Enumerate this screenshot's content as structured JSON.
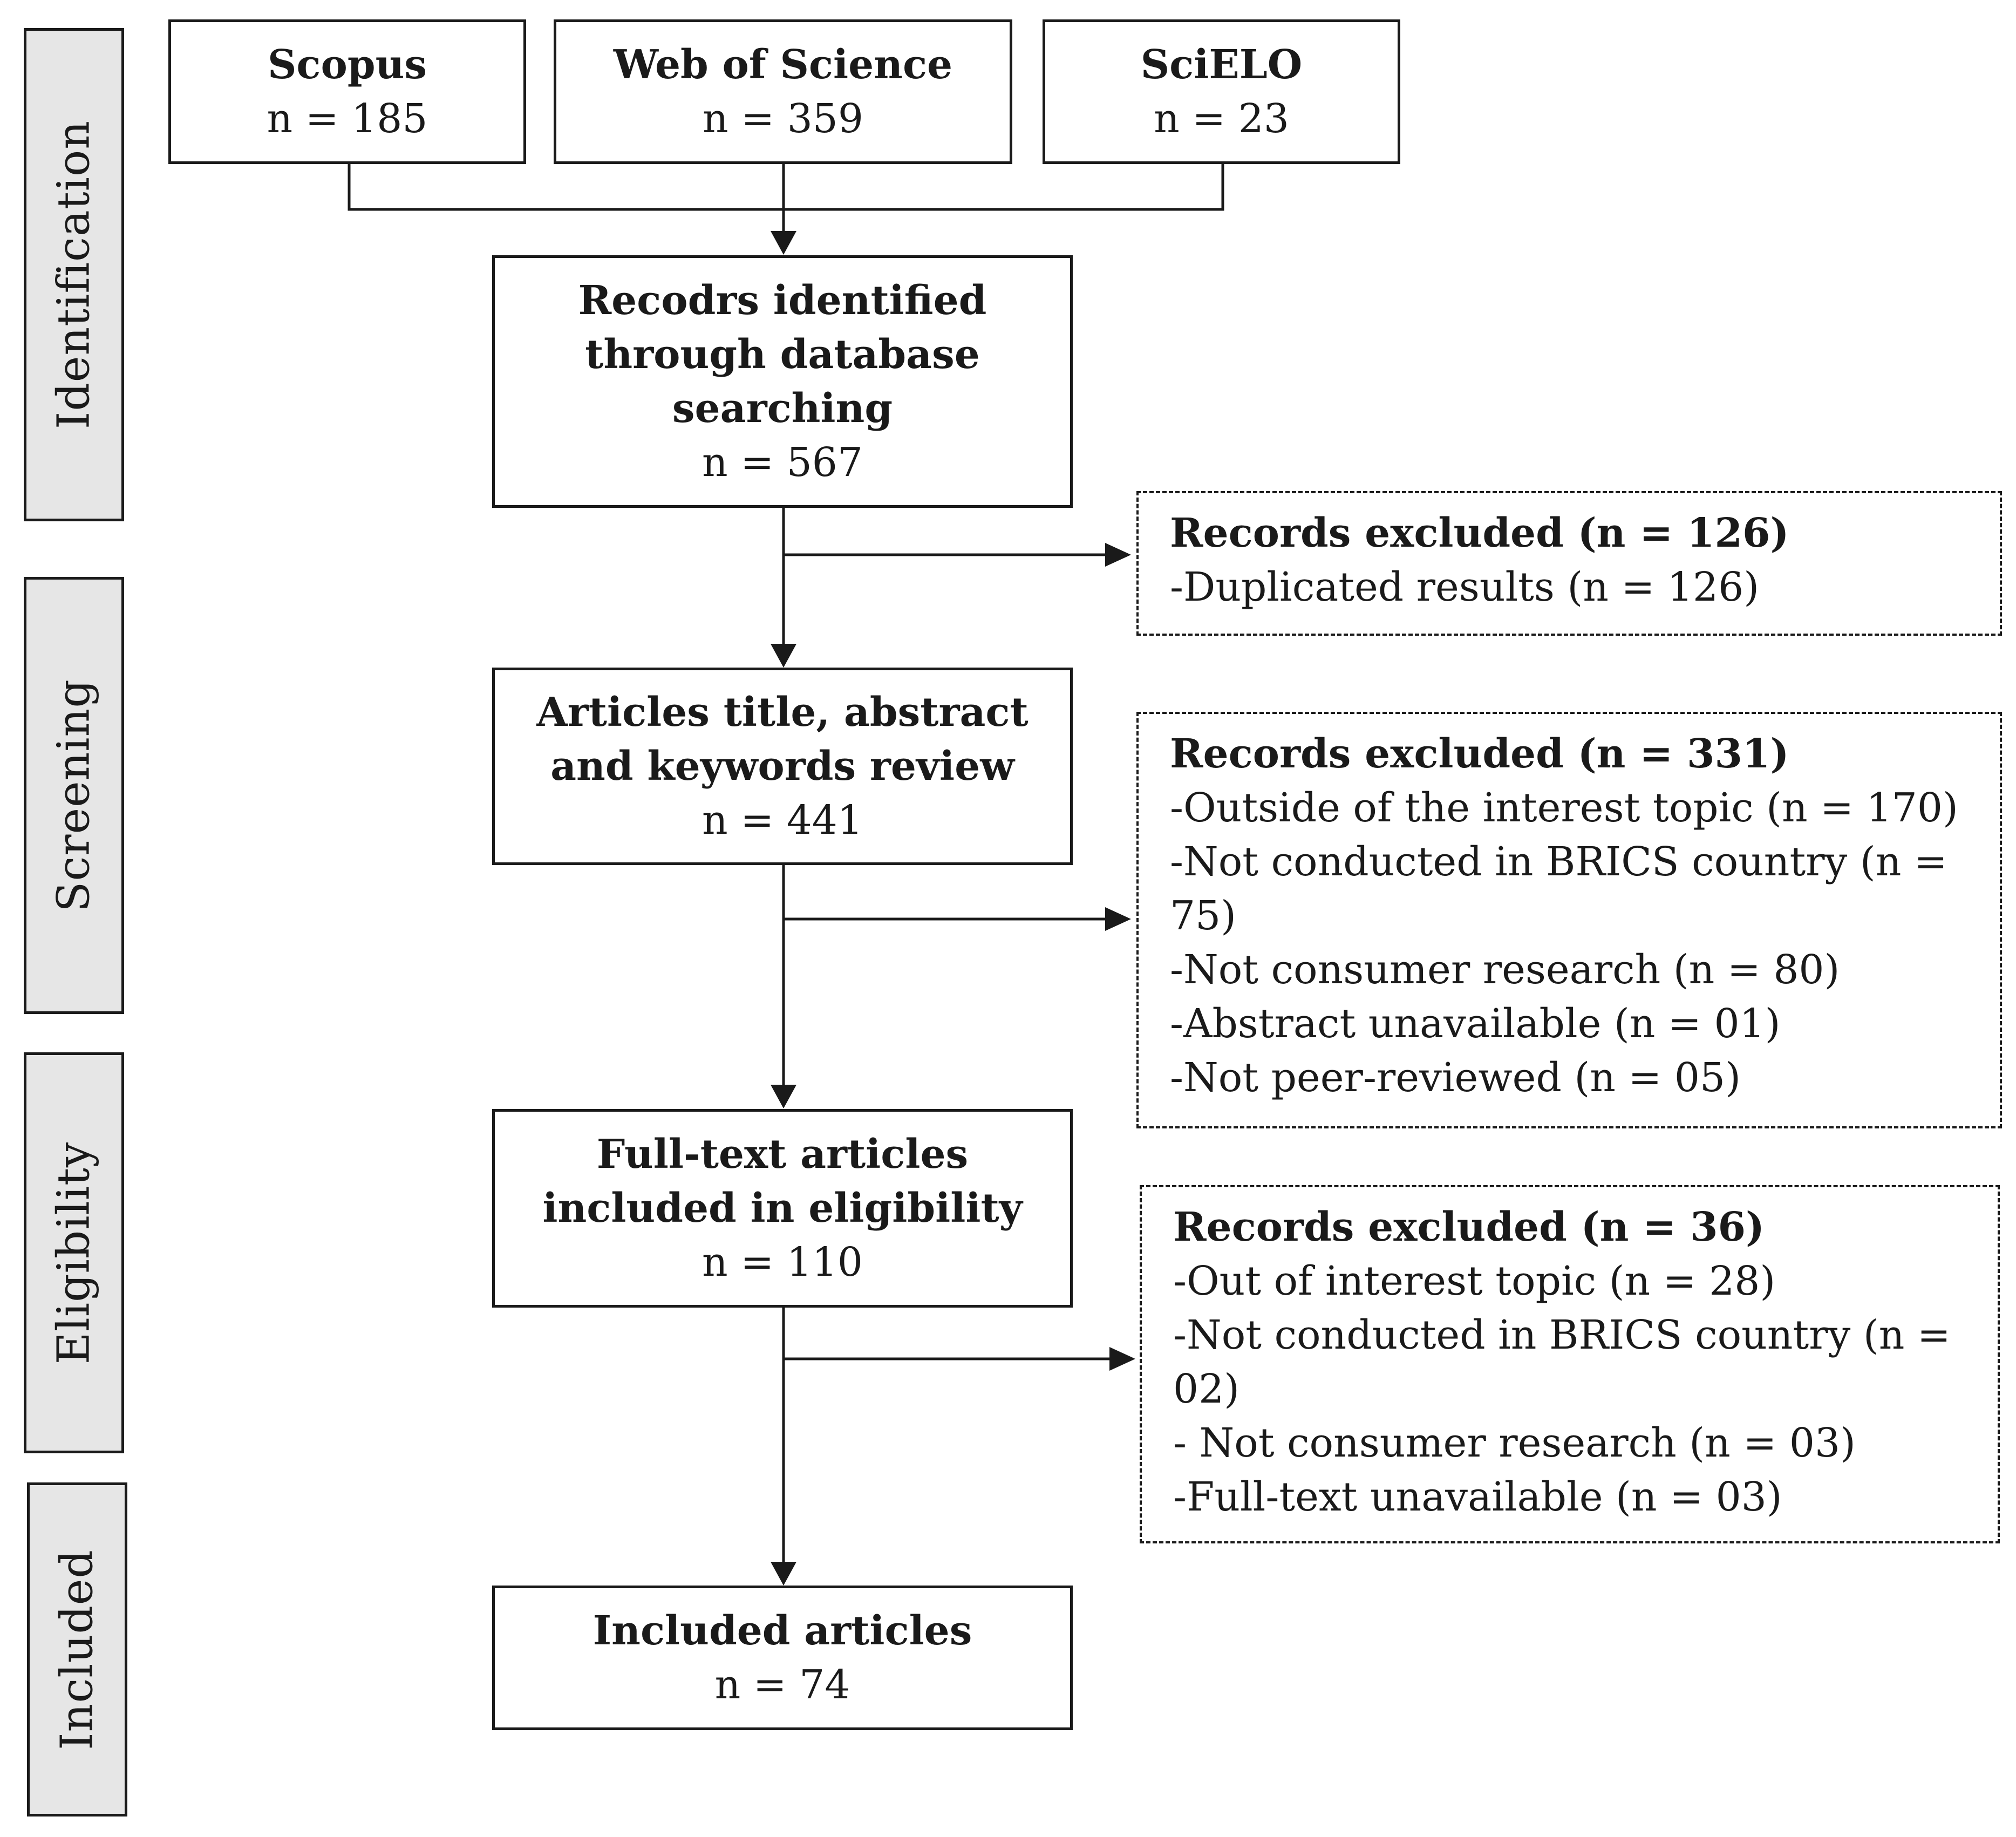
{
  "stages": [
    {
      "id": "identification",
      "label": "Identification"
    },
    {
      "id": "screening",
      "label": "Screening"
    },
    {
      "id": "eligibility",
      "label": "Eligibility"
    },
    {
      "id": "included",
      "label": "Included"
    }
  ],
  "sources": [
    {
      "name": "Scopus",
      "count": "n = 185"
    },
    {
      "name": "Web of Science",
      "count": "n = 359"
    },
    {
      "name": "SciELO",
      "count": "n = 23"
    }
  ],
  "boxes": {
    "identified": {
      "lines": [
        "Recodrs identified",
        "through database",
        "searching"
      ],
      "count": "n = 567"
    },
    "screening": {
      "lines": [
        "Articles  title, abstract",
        "and keywords review"
      ],
      "count": "n = 441"
    },
    "eligibility": {
      "lines": [
        "Full-text  articles",
        "included  in eligibility"
      ],
      "count": "n = 110"
    },
    "included": {
      "lines": [
        "Included articles"
      ],
      "count": "n = 74"
    }
  },
  "exclusions": [
    {
      "heading": "Records excluded (n = 126)",
      "items": [
        "-Duplicated results (n = 126)"
      ]
    },
    {
      "heading": "Records excluded (n = 331)",
      "items": [
        "-Outside of the interest topic (n = 170)",
        "-Not conducted in BRICS country (n =",
        "75)",
        "-Not consumer research (n = 80)",
        "-Abstract unavailable (n = 01)",
        "-Not peer-reviewed (n = 05)"
      ]
    },
    {
      "heading": "Records excluded (n = 36)",
      "items": [
        "-Out of interest topic (n = 28)",
        "-Not conducted in BRICS country (n =",
        "02)",
        "- Not consumer research (n = 03)",
        "-Full-text unavailable (n = 03)"
      ]
    }
  ]
}
